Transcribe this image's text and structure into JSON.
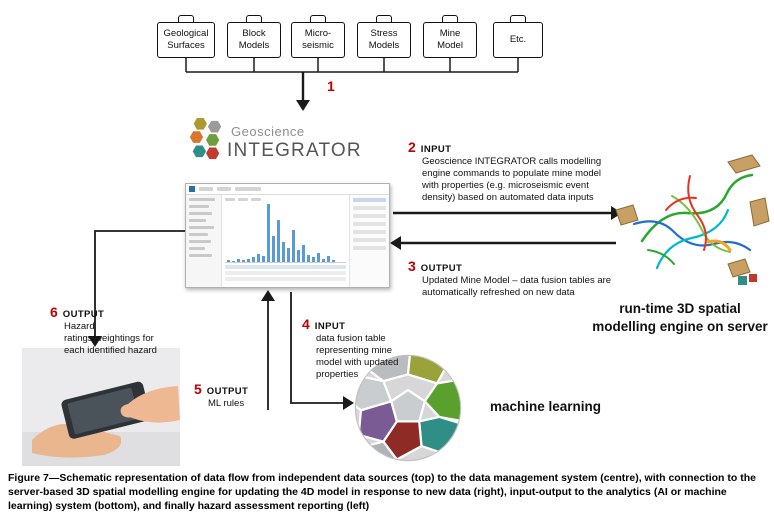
{
  "colors": {
    "step_number": "#c00000",
    "chart_bar": "#5b9bd5",
    "box_border": "#111111"
  },
  "sources": [
    {
      "line1": "Geological",
      "line2": "Surfaces"
    },
    {
      "line1": "Block",
      "line2": "Models"
    },
    {
      "line1": "Micro-",
      "line2": "seismic"
    },
    {
      "line1": "Stress",
      "line2": "Models"
    },
    {
      "line1": "Mine",
      "line2": "Model"
    },
    {
      "line1": "Etc.",
      "line2": ""
    }
  ],
  "logo": {
    "brand_top": "Geoscience",
    "brand_bottom": "INTEGRATOR"
  },
  "steps": {
    "s1": {
      "num": "1"
    },
    "s2": {
      "num": "2",
      "type": "INPUT",
      "text": "Geoscience INTEGRATOR calls modelling engine commands to populate mine model with properties (e.g. microseismic event density) based on automated data inputs"
    },
    "s3": {
      "num": "3",
      "type": "OUTPUT",
      "text": "Updated Mine Model – data fusion tables are automatically refreshed on new data"
    },
    "s4": {
      "num": "4",
      "type": "INPUT",
      "text": "data fusion table representing mine model with updated properties"
    },
    "s5": {
      "num": "5",
      "type": "OUTPUT",
      "text": "ML rules"
    },
    "s6": {
      "num": "6",
      "type": "OUTPUT",
      "text": "Hazard ratings/weightings for each identified hazard"
    }
  },
  "labels": {
    "server_line1": "run-time 3D spatial",
    "server_line2": "modelling engine on server",
    "ml": "machine learning"
  },
  "screenshot": {
    "bars": [
      4,
      2,
      6,
      3,
      5,
      9,
      14,
      10,
      100,
      45,
      72,
      34,
      24,
      56,
      20,
      30,
      12,
      8,
      16,
      6,
      10,
      4
    ]
  },
  "caption": "Figure 7—Schematic representation of data flow from independent data sources (top) to the data management system (centre), with connection to the server-based 3D spatial modelling engine for updating the 4D model in response to new data (right), input-output to the analytics (AI or machine learning) system (bottom), and finally hazard assessment reporting (left)"
}
